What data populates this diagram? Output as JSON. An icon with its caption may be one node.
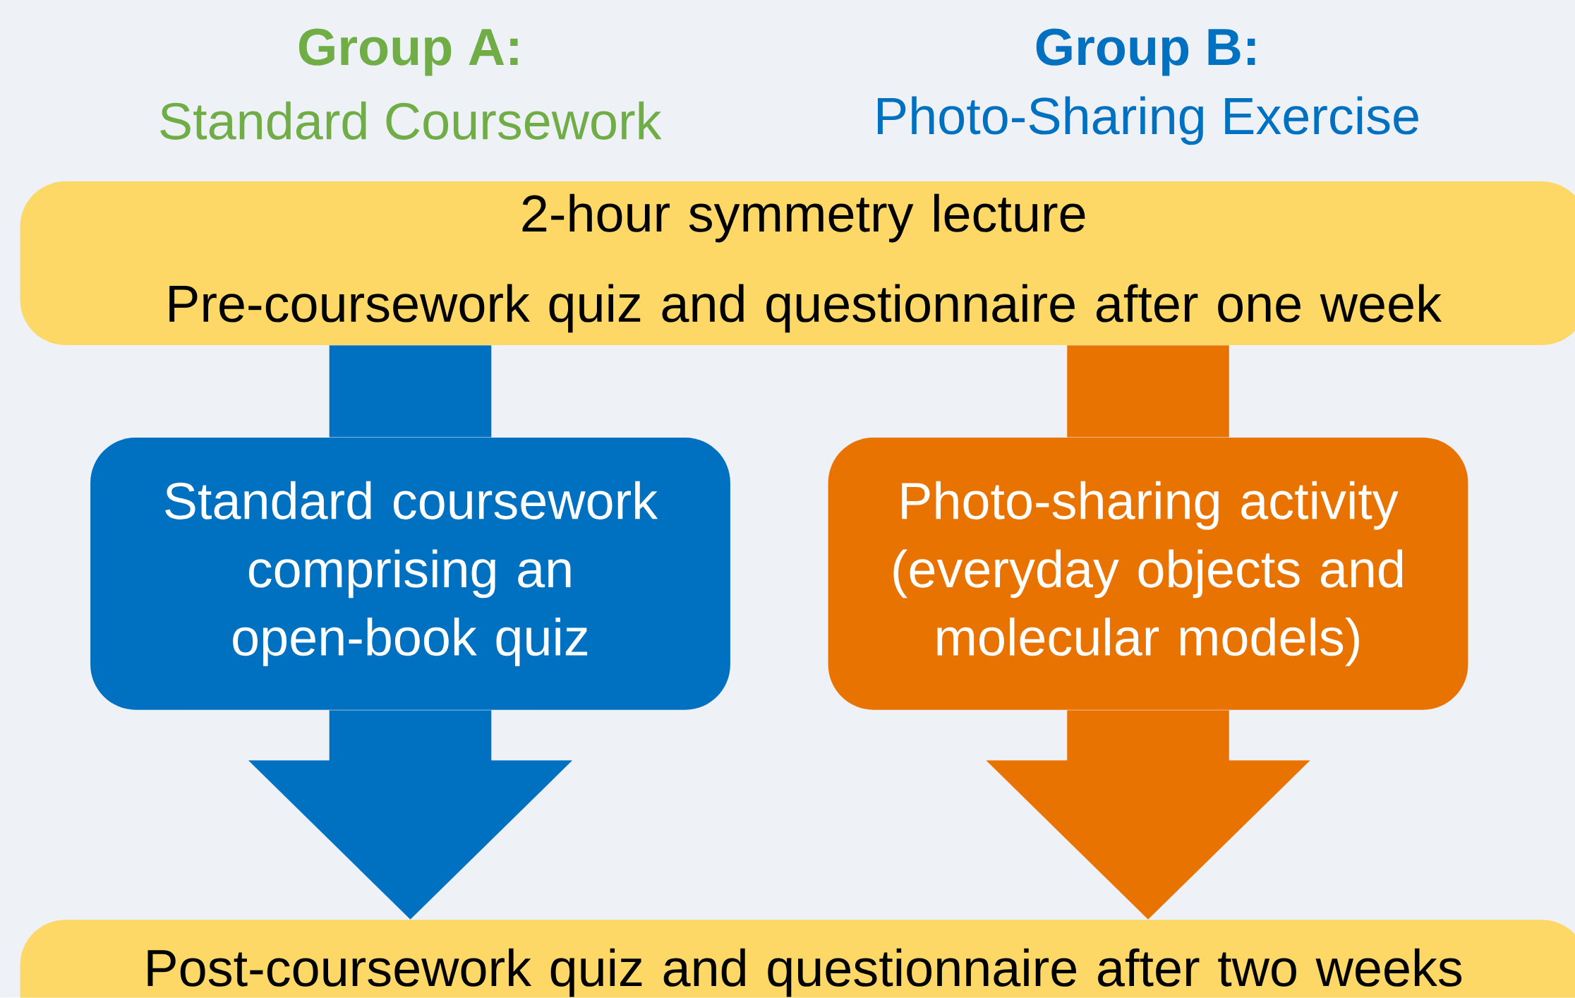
{
  "diagram": {
    "nodes": [
      {
        "text": [
          "2-hour symmetry lecture",
          "Pre-coursework quiz and questionnaire after one week"
        ]
      },
      {
        "text": [
          "Standard coursework comprising an open-book quiz"
        ]
      },
      {
        "text": [
          "Photo-sharing activity (everyday objects and molecular models)"
        ]
      },
      {
        "text": [
          "Post-coursework quiz and questionnaire after two weeks"
        ]
      }
    ],
    "edges": [
      {
        "from": 0,
        "to": 1,
        "arrow": "none",
        "color": "#0070c0"
      },
      {
        "from": 1,
        "to": 3,
        "arrow": "to",
        "color": "#0070c0"
      },
      {
        "from": 0,
        "to": 2,
        "arrow": "none",
        "color": "#e97300"
      },
      {
        "from": 2,
        "to": 3,
        "arrow": "to",
        "color": "#e97300"
      }
    ],
    "labels": [
      "Group A:",
      "Standard Coursework",
      "Group B:",
      "Photo-Sharing Exercise"
    ]
  }
}
